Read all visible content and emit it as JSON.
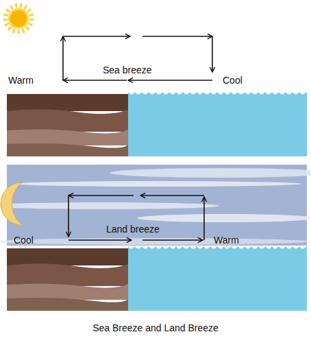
{
  "diagram": {
    "caption": "Sea Breeze and Land Breeze",
    "labels": [
      "Warm",
      "Sea breeze",
      "Cool",
      "Cool",
      "Land breeze",
      "Warm"
    ]
  }
}
